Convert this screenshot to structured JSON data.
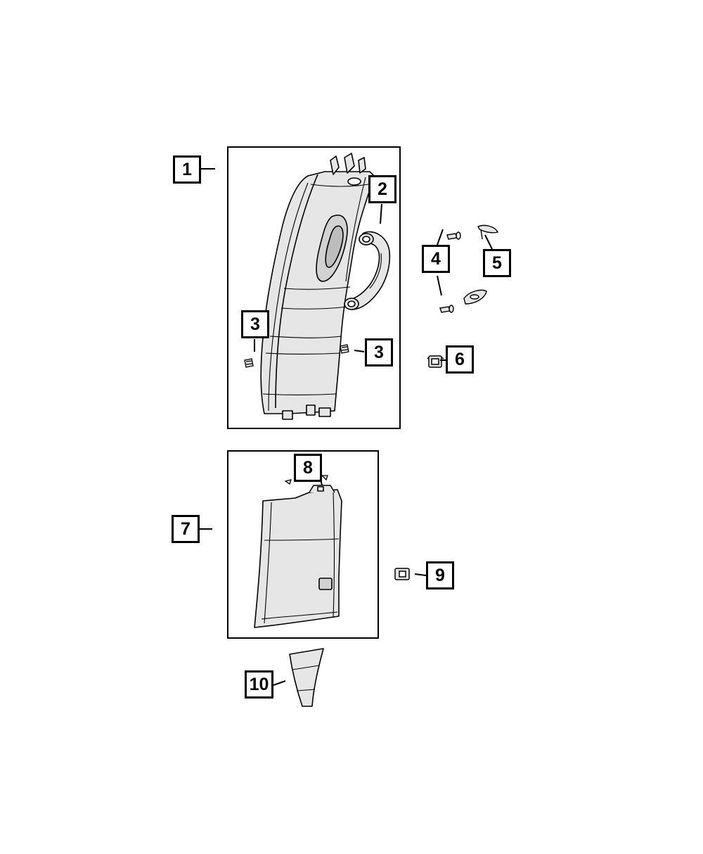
{
  "diagram": {
    "colors": {
      "ink": "#000000",
      "panel_fill": "#e6e6e6",
      "panel_shade": "#d2d2d2",
      "background": "#ffffff"
    },
    "callouts": [
      {
        "id": "c1",
        "label": "1"
      },
      {
        "id": "c2",
        "label": "2"
      },
      {
        "id": "c3a",
        "label": "3"
      },
      {
        "id": "c3b",
        "label": "3"
      },
      {
        "id": "c4",
        "label": "4"
      },
      {
        "id": "c5",
        "label": "5"
      },
      {
        "id": "c6",
        "label": "6"
      },
      {
        "id": "c7",
        "label": "7"
      },
      {
        "id": "c8",
        "label": "8"
      },
      {
        "id": "c9",
        "label": "9"
      },
      {
        "id": "c10",
        "label": "10"
      }
    ]
  }
}
